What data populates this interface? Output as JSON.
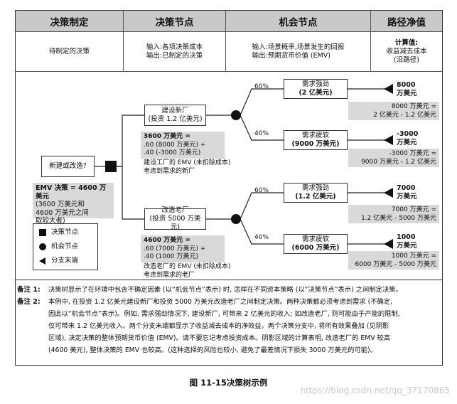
{
  "header": {
    "col1": "决策制定",
    "col2": "决策节点",
    "col3": "机会节点",
    "col4": "路径净值"
  },
  "row": {
    "col1": "待制定的决策",
    "col2_line1": "输入:各项决策成本",
    "col2_line2": "输出:已制定的决策",
    "col3_line1": "输入:场景概率,场景发生的回报",
    "col3_line2": "输出:预期货币价值 (EMV)",
    "col4_line1": "计算值:",
    "col4_line2": "收益减去成本",
    "col4_line3": "(沿路径)"
  },
  "tree": {
    "decision_box": "新建或改造?",
    "emv_decision": [
      "EMV 决策 = 4600 万美元",
      "(3600 万美元和",
      "4600 万美元之间",
      "取较大者)"
    ],
    "legend": {
      "decision_node": "决策节点",
      "chance_node": "机会节点",
      "branch_end": "分支末端"
    },
    "option_build": {
      "line1": "建设新厂",
      "line2": "(投资 1.2 亿美元)"
    },
    "option_upgrade": {
      "line1": "改造老厂",
      "line2": "(投资 5000 万美元)"
    },
    "calc_build": [
      "3600 万美元 =",
      ".60 (8000 万美元) +",
      ".40 (-3000 万美元)"
    ],
    "note_build": [
      "建设工厂的 EMV (未扣除成本)",
      "考虑到需求的新厂"
    ],
    "calc_upgrade": [
      "4600 万美元 =",
      ".60 (7000 万美元) +",
      ".40 (1000 万美元)"
    ],
    "note_upgrade": [
      "改造老厂的 EMV (未扣除成本)",
      "考虑到需求的老厂"
    ],
    "prob_high": "60%",
    "prob_low": "40%",
    "outcomes": [
      {
        "line1": "需求强劲",
        "line2": "(2 亿美元)",
        "value": "8000",
        "unit": "万美元",
        "calc1": "8000 万美元 =",
        "calc2": "2 亿美元 - 1.2 亿美元"
      },
      {
        "line1": "需求疲软",
        "line2": "(9000 万美元)",
        "value": "-3000",
        "unit": "万美元",
        "calc1": "-3000 万美元 =",
        "calc2": "9000 万美元 - 1.2 亿美元"
      },
      {
        "line1": "需求强劲",
        "line2": "(1.2 亿美元)",
        "value": "7000",
        "unit": "万美元",
        "calc1": "7000 万美元 =",
        "calc2": "1.2 亿美元 - 5000 万美元"
      },
      {
        "line1": "需求疲软",
        "line2": "(6000 万美元)",
        "value": "1000",
        "unit": "万美元",
        "calc1": "1000 万美元 =",
        "calc2": "6000 万美元 - 5000 万美元"
      }
    ]
  },
  "notes": {
    "note1_label": "备注 1:",
    "note1_text": "决策树显示了在环境中包含不确定因素 (以“机会节点”表示) 时, 怎样在不同资本策略 (以“决策节点”表示) 之间制定决策。",
    "note2_label": "备注 2:",
    "note2_lines": [
      "本例中, 在投资 1.2 亿美元建设新厂和投资 5000 万美元改造老厂之间制定决策。两种决策都必须考虑到需求 (不确定,",
      "因此以“机会节点”表示)。例如, 需求强劲情况下, 建设新厂, 可带来 2 亿美元的收入; 如改造老厂, 则可能由于产能的限制,",
      "仅可带来 1.2 亿美元收入。两个分支末端都显示了收益减去成本的净效益。两个决策分支中, 将所有效果叠加 (见阴影",
      "区域), 决定决策的整体预期货币价值 (EMV)。请不要忘记考虑投资成本。阴影区域的计算表明, 改造老厂的 EMV 较高",
      "(4600 美元), 整体决策的 EMV 也较高。(这种选择的风险也较小, 避免了最差情况下损失 3000 万美元的可能)。"
    ]
  },
  "caption": "图 11-15决策树示例",
  "watermark": "https://blog.csdn.net/qq_37170865"
}
